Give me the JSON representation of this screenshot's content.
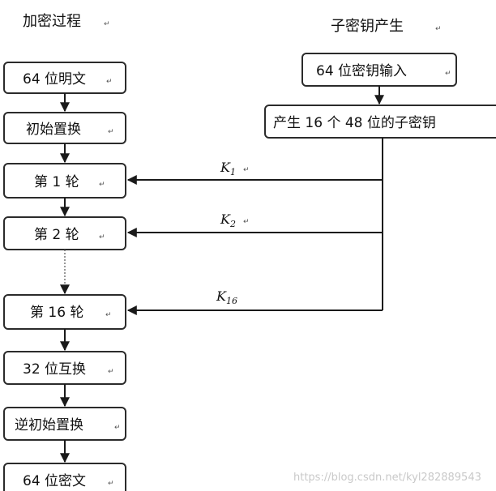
{
  "headers": {
    "encryption": "加密过程",
    "key_generation": "子密钥产生"
  },
  "encryption_steps": [
    "64 位明文",
    "初始置换",
    "第 1 轮",
    "第 2 轮",
    "第 16 轮",
    "32 位互换",
    "逆初始置换",
    "64 位密文"
  ],
  "key_steps": [
    "64 位密钥输入",
    "产生 16 个 48 位的子密钥"
  ],
  "subkeys": [
    {
      "k": "K",
      "sub": "1"
    },
    {
      "k": "K",
      "sub": "2"
    },
    {
      "k": "K",
      "sub": "16"
    }
  ],
  "watermark": "https://blog.csdn.net/kyl282889543"
}
